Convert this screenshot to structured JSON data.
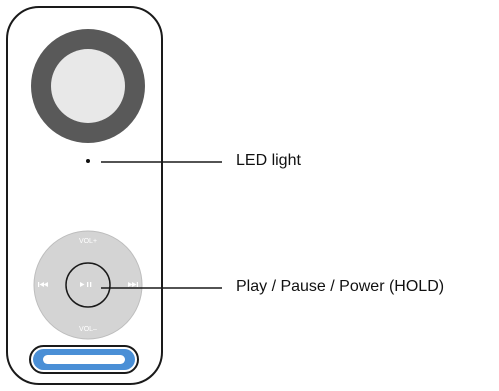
{
  "device": {
    "body_color": "#ffffff",
    "outline_color": "#1a1a1a",
    "speaker_ring_color": "#595959",
    "speaker_center_color": "#e8e8e8",
    "led_color": "#111111",
    "control_wheel_color": "#d4d4d4",
    "control_wheel_border": "#bdbdbd",
    "clip_color": "#4a8fd6",
    "wheel": {
      "top_label": "VOL+",
      "bottom_label": "VOL–",
      "left_icon": "previous-track-icon",
      "right_icon": "next-track-icon",
      "center_icon": "play-pause-icon",
      "left_glyph": "⏮",
      "right_glyph": "⏭",
      "center_glyph": "►II"
    }
  },
  "callouts": {
    "led": {
      "label": "LED light"
    },
    "play": {
      "label": "Play / Pause / Power (HOLD)"
    }
  }
}
